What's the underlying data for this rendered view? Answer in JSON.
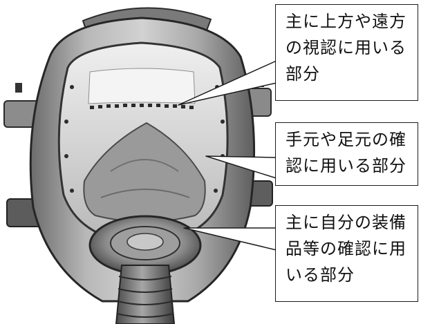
{
  "colors": {
    "background": "#ffffff",
    "ink": "#111111",
    "box_border": "#1a1a1a"
  },
  "callouts": {
    "upper": {
      "lines": [
        "主に上方や遠方",
        "の視認に用いる",
        "部分"
      ]
    },
    "middle": {
      "lines": [
        "手元や足元の確",
        "認に用いる部分"
      ]
    },
    "lower": {
      "lines": [
        "主に自分の装備",
        "品等の確認に用",
        "いる部分"
      ]
    }
  }
}
